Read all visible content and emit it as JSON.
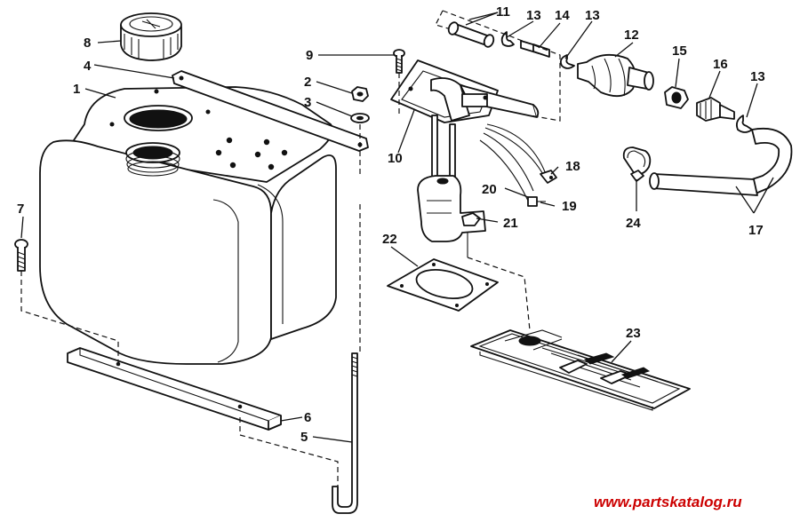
{
  "callouts": {
    "c1": "1",
    "c2": "2",
    "c3": "3",
    "c4": "4",
    "c5": "5",
    "c6": "6",
    "c7": "7",
    "c8": "8",
    "c9": "9",
    "c10": "10",
    "c11": "11",
    "c12": "12",
    "c13a": "13",
    "c13b": "13",
    "c13c": "13",
    "c14": "14",
    "c15": "15",
    "c16": "16",
    "c17": "17",
    "c18": "18",
    "c19": "19",
    "c20": "20",
    "c21": "21",
    "c22": "22",
    "c23": "23",
    "c24": "24"
  },
  "watermark": "www.partskatalog.ru",
  "colors": {
    "ink": "#111111",
    "background": "#ffffff",
    "watermark": "#cc0000"
  }
}
